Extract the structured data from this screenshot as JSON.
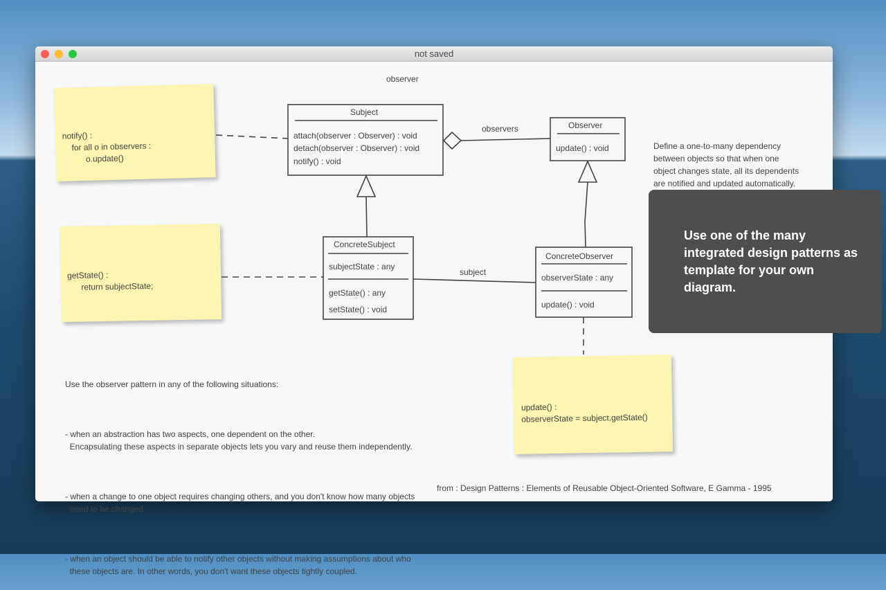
{
  "window": {
    "title": "not saved"
  },
  "diagram": {
    "title": "observer",
    "subject": {
      "name": "Subject",
      "methods": [
        "attach(observer : Observer) : void",
        "detach(observer : Observer) : void",
        "notify() : void"
      ]
    },
    "observer": {
      "name": "Observer",
      "methods": [
        "update() : void"
      ]
    },
    "concrete_subject": {
      "name": "ConcreteSubject",
      "attributes": [
        "subjectState : any"
      ],
      "methods": [
        "getState() : any",
        "setState() : void"
      ]
    },
    "concrete_observer": {
      "name": "ConcreteObserver",
      "attributes": [
        "observerState : any"
      ],
      "methods": [
        "update() : void"
      ]
    },
    "assoc_observers": "observers",
    "assoc_subject": "subject",
    "notes": [
      [
        "notify() :",
        "    for all o in observers :",
        "          o.update()"
      ],
      [
        "getState() :",
        "      return subjectState;"
      ],
      [
        "update() :",
        "observerState = subject.getState()"
      ]
    ],
    "description": [
      "Define a one-to-many dependency",
      "between objects so that when one",
      "object changes state, all its dependents",
      "are notified and updated automatically."
    ],
    "usage": [
      "Use the observer pattern in any of the following situations:",
      "",
      "- when an abstraction has two aspects, one dependent on the other.",
      "  Encapsulating these aspects in separate objects lets you vary and reuse them independently.",
      "",
      "- when a change to one object requires changing others, and you don't know how many objects",
      "  need to be changed.",
      "",
      "- when an object should be able to notify other objects without making assumptions about who",
      "  these objects are. In other words, you don't want these objects tightly coupled."
    ],
    "source": "from : Design Patterns : Elements of Reusable Object-Oriented Software, E Gamma - 1995"
  },
  "overlay": {
    "text": "Use one of the many integrated design patterns as template for your own diagram."
  }
}
